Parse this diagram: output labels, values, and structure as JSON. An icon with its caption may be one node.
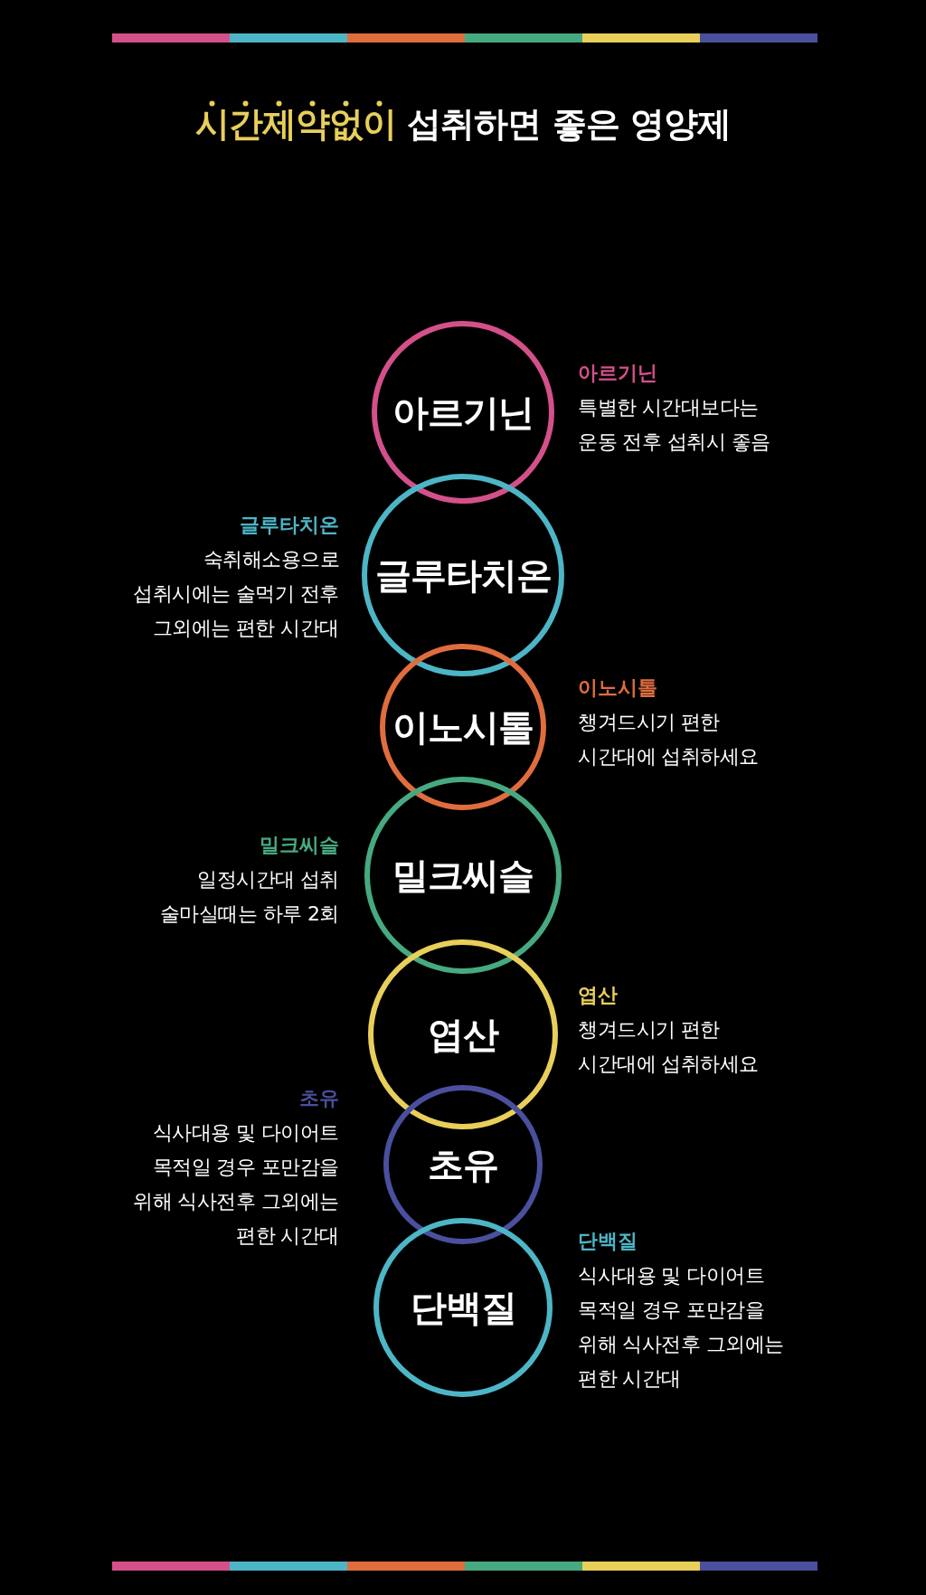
{
  "diagram": {
    "title": "**시간제약없이** 섭취하면 좋은 영양제",
    "nodes": [
      {
        "text": [
          "아르기닌"
        ],
        "beside": [
          "아르기닌",
          "특별한 시간대보다는 운동 전후 섭취시 좋음"
        ]
      },
      {
        "text": [
          "글루타치온"
        ],
        "beside": [
          "글루타치온",
          "숙취해소용으로 섭취시에는 술먹기 전후 그외에는 편한 시간대"
        ]
      },
      {
        "text": [
          "이노시톨"
        ],
        "beside": [
          "이노시톨",
          "챙겨드시기 편한 시간대에 섭취하세요"
        ]
      },
      {
        "text": [
          "밀크씨슬"
        ],
        "beside": [
          "밀크씨슬",
          "일정시간대 섭취 술마실때는 하루 2회"
        ]
      },
      {
        "text": [
          "엽산"
        ],
        "beside": [
          "엽산",
          "챙겨드시기 편한 시간대에 섭취하세요"
        ]
      },
      {
        "text": [
          "초유"
        ],
        "beside": [
          "초유",
          "식사대용 및 다이어트 목적일 경우 포만감을 위해 식사전후 그외에는 편한 시간대"
        ]
      },
      {
        "text": [
          "단백질"
        ],
        "beside": [
          "단백질",
          "식사대용 및 다이어트 목적일 경우 포만감을 위해 식사전후 그외에는 편한 시간대"
        ]
      }
    ]
  }
}
